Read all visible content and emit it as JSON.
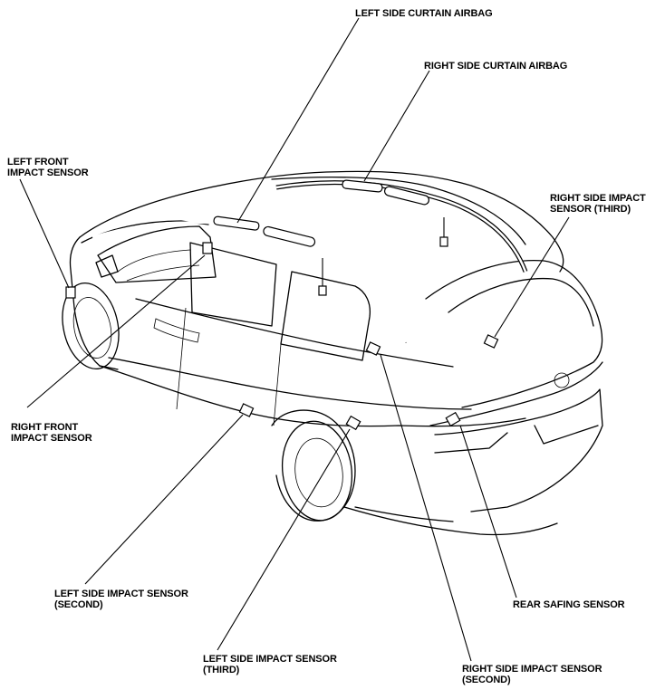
{
  "labels": {
    "left_curtain_airbag": "LEFT SIDE CURTAIN AIRBAG",
    "right_curtain_airbag": "RIGHT SIDE CURTAIN AIRBAG",
    "left_front_impact": [
      "LEFT FRONT",
      "IMPACT SENSOR"
    ],
    "right_side_impact_third": [
      "RIGHT SIDE IMPACT",
      "SENSOR (THIRD)"
    ],
    "right_front_impact": [
      "RIGHT FRONT",
      "IMPACT SENSOR"
    ],
    "left_side_impact_second": [
      "LEFT SIDE IMPACT SENSOR",
      "(SECOND)"
    ],
    "rear_safing": "REAR SAFING SENSOR",
    "left_side_impact_third": [
      "LEFT SIDE IMPACT SENSOR",
      "(THIRD)"
    ],
    "right_side_impact_second": [
      "RIGHT SIDE IMPACT SENSOR",
      "(SECOND)"
    ]
  }
}
